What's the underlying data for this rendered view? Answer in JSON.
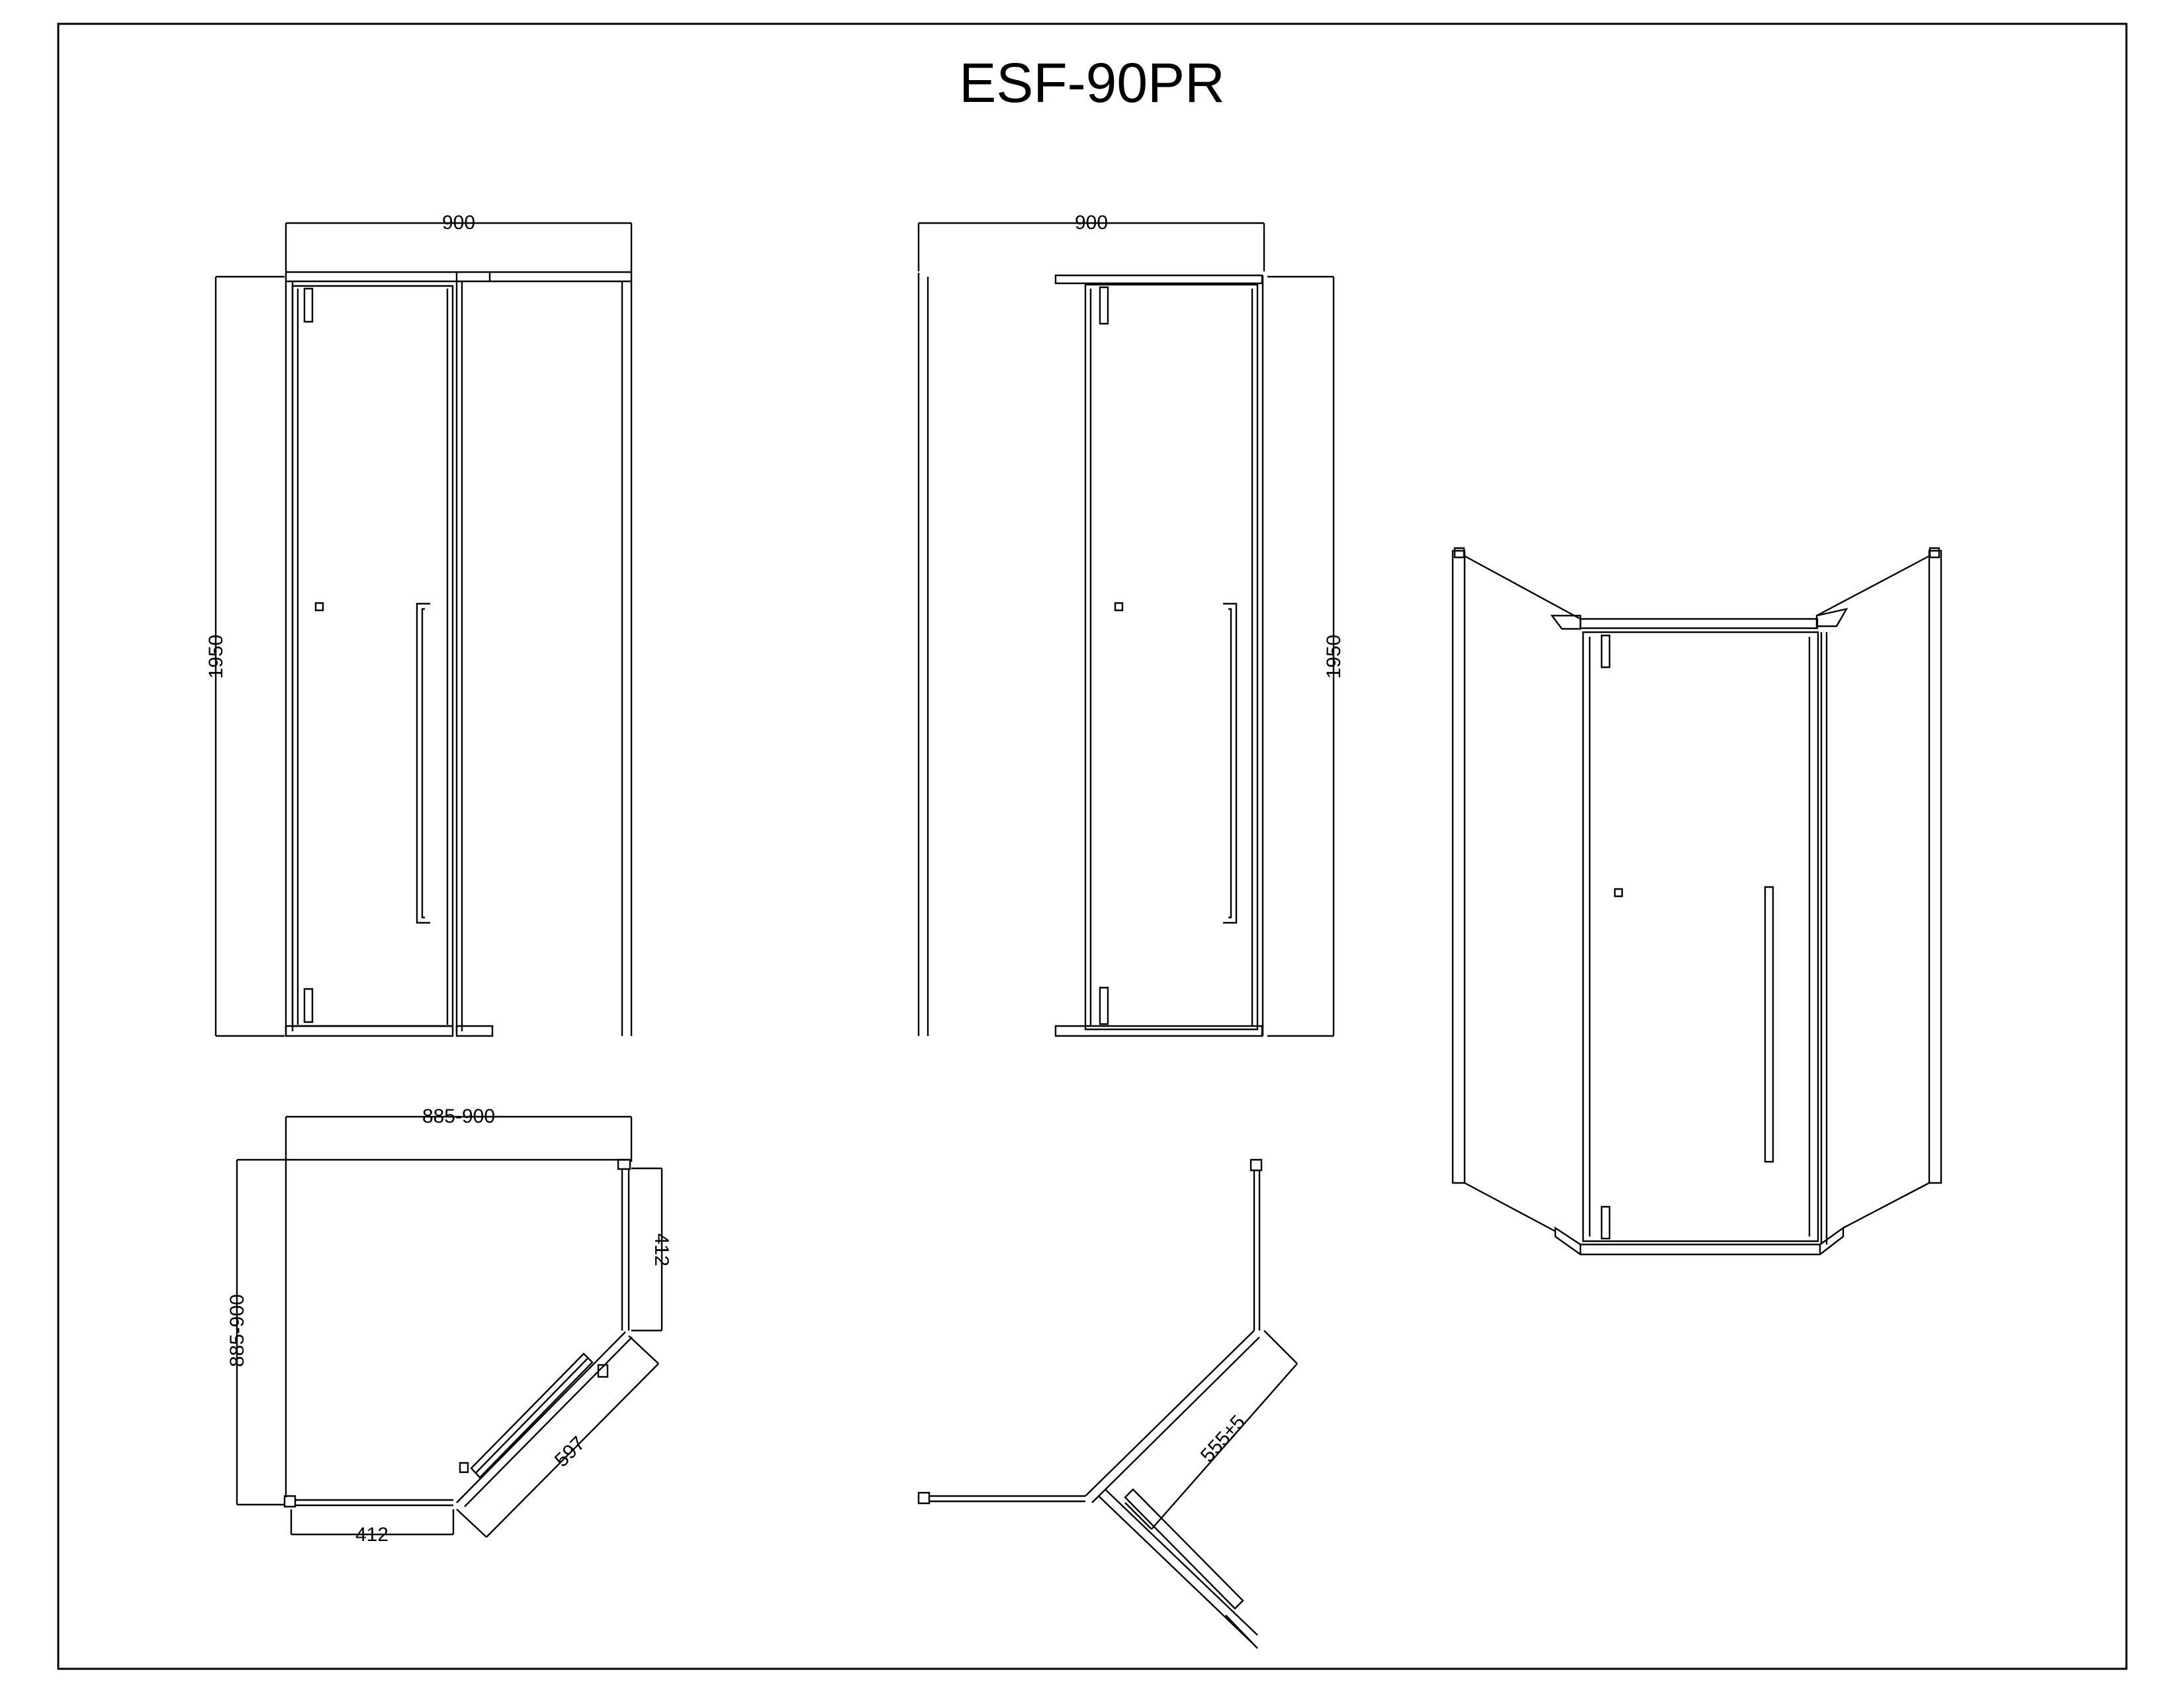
{
  "title": "ESF-90PR",
  "dimensions": {
    "front_width": "900",
    "front_height": "1950",
    "side_width": "900",
    "side_height": "1950",
    "plan_width": "885-900",
    "plan_depth": "885-900",
    "plan_side_right": "412",
    "plan_side_bottom": "412",
    "plan_door_diagonal": "597",
    "swing_opening": "555±5"
  },
  "colors": {
    "line": "#000000",
    "background": "#ffffff"
  }
}
